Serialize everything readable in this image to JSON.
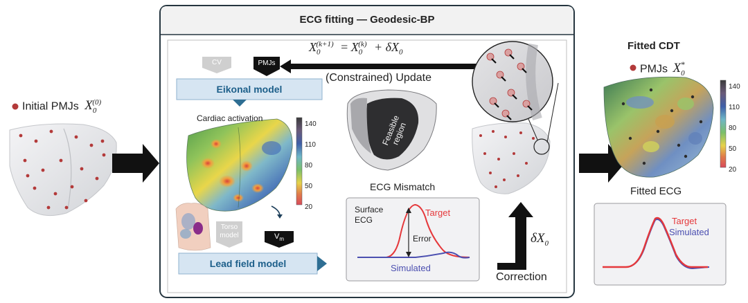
{
  "title": "ECG fitting — Geodesic-BP",
  "initial": {
    "label": "Initial PMJs",
    "symbol": "X",
    "sub": "0",
    "sup": "(0)"
  },
  "update": {
    "equation_lhs": "X",
    "equation_lhs_sub": "0",
    "equation_lhs_sup": "(k+1)",
    "equation_eq": "=",
    "equation_rhs": "X",
    "equation_rhs_sub": "0",
    "equation_rhs_sup": "(k)",
    "equation_plus": "+ δX",
    "equation_plus_sub": "0",
    "label": "(Constrained) Update"
  },
  "tags": {
    "cv": "CV",
    "pmjs": "PMJs",
    "torso": "Torso model",
    "torso_line1": "Torso",
    "torso_line2": "model",
    "vm": "V",
    "vm_sub": "m"
  },
  "eikonal": {
    "label": "Eikonal model"
  },
  "activation": {
    "label": "Cardiac activation",
    "scale": [
      "140",
      "110",
      "80",
      "50",
      "20"
    ]
  },
  "feasible": {
    "line1": "Feasible",
    "line2": "region"
  },
  "leadfield": {
    "label": "Lead field model"
  },
  "mismatch": {
    "title": "ECG Mismatch",
    "surface1": "Surface",
    "surface2": "ECG",
    "target": "Target",
    "error": "Error",
    "simulated": "Simulated"
  },
  "correction": {
    "label": "Correction",
    "symbol": "δX",
    "sub": "0"
  },
  "fitted": {
    "title": "Fitted CDT",
    "pmjs": "PMJs",
    "symbol": "X",
    "sub": "0",
    "sup": "*",
    "scale": [
      "140",
      "110",
      "80",
      "50",
      "20"
    ],
    "ecg_title": "Fitted ECG",
    "target": "Target",
    "simulated": "Simulated"
  },
  "colors": {
    "frame": "#25353f",
    "model_fill": "#d6e5f2",
    "model_text": "#1d5f8a",
    "target_line": "#e5383b",
    "simulated_line": "#4b4fb0",
    "pmj_dot": "#b33a3a"
  }
}
